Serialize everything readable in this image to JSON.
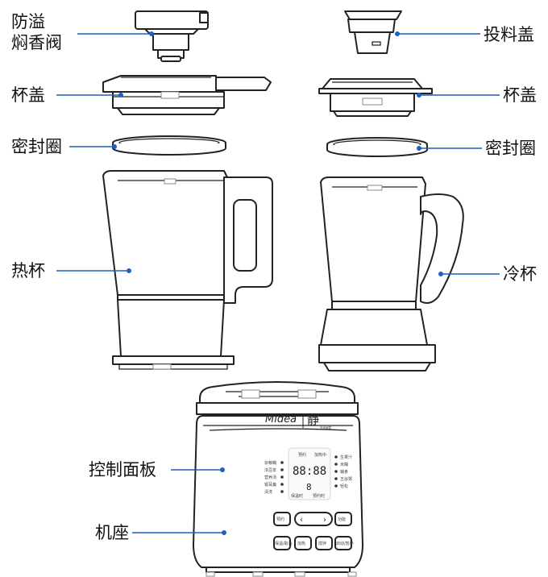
{
  "labels": {
    "anti_overflow_valve": [
      "防溢",
      "焖香阀"
    ],
    "feed_cap": "投料盖",
    "lid_left": "杯盖",
    "lid_right": "杯盖",
    "seal_ring_left": "密封圈",
    "seal_ring_right": "密封圈",
    "hot_cup": "热杯",
    "cold_cup": "冷杯",
    "control_panel": "控制面板",
    "base": "机座"
  },
  "brand": {
    "logo": "Midea",
    "logo_char": "静",
    "logo_sub": "低音破壁"
  },
  "panel": {
    "top_icons": [
      "预约",
      "加热中"
    ],
    "digits": "88:88",
    "digit_small": "8",
    "left_menu": [
      "杂粮糊",
      "浓豆浆",
      "营养汤",
      "银耳羹",
      "清洗"
    ],
    "right_menu": [
      "生果汁",
      "米糊",
      "辅食",
      "五谷粥",
      "轻松"
    ],
    "bottom_tags": [
      "保温时",
      "预约时"
    ],
    "btn_reserve": "预约",
    "btn_function": "功能",
    "btn_keepwarm": "保温/取消",
    "btn_heat": "加热",
    "btn_stir": "搅拌",
    "btn_start": "启动/暂停"
  },
  "colors": {
    "leader": "#1f5fbf",
    "outline": "#222222"
  }
}
